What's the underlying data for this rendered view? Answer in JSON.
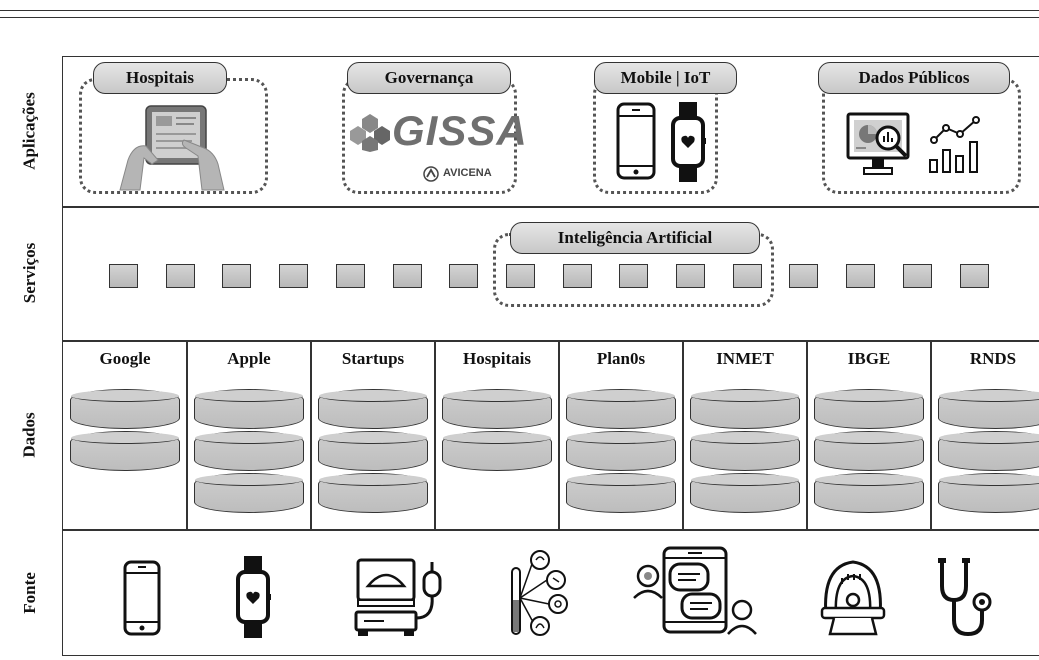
{
  "rows": {
    "aplicacoes": "Aplicações",
    "servicos": "Serviços",
    "dados": "Dados",
    "fonte": "Fonte"
  },
  "applications": {
    "hospitais": "Hospitais",
    "governanca": "Governança",
    "mobile_iot": "Mobile | IoT",
    "dados_publicos": "Dados Públicos",
    "gissa_logo": "GISSA",
    "avicena_logo": "AVICENA"
  },
  "services": {
    "ai_label": "Inteligência Artificial",
    "box_count": 16
  },
  "data_sources": [
    {
      "name": "Google",
      "stack": 2
    },
    {
      "name": "Apple",
      "stack": 3
    },
    {
      "name": "Startups",
      "stack": 3
    },
    {
      "name": "Hospitais",
      "stack": 2
    },
    {
      "name": "Plan0s",
      "stack": 3
    },
    {
      "name": "INMET",
      "stack": 3
    },
    {
      "name": "IBGE",
      "stack": 3
    },
    {
      "name": "RNDS",
      "stack": 3
    }
  ],
  "fonte_icons": [
    "smartphone-icon",
    "smartwatch-icon",
    "ultrasound-machine-icon",
    "lab-tests-icon",
    "telemedicine-chat-icon",
    "mri-scanner-icon",
    "stethoscope-icon"
  ]
}
